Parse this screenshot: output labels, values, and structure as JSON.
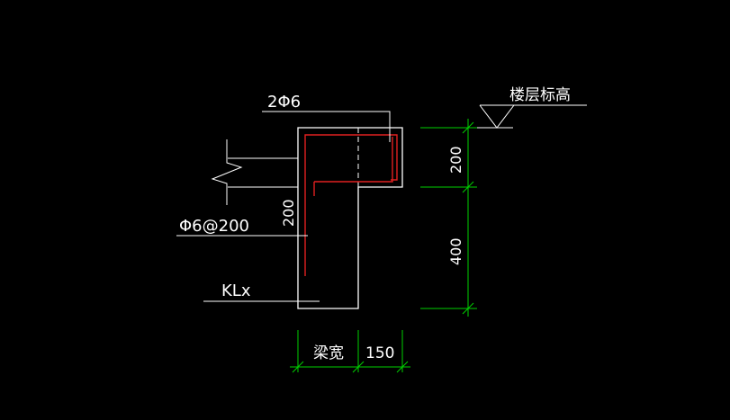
{
  "colors": {
    "background": "#000000",
    "outline": "#ffffff",
    "rebar": "#e02020",
    "dimension": "#00d000"
  },
  "labels": {
    "top_bar": "2Φ6",
    "stirrup": "Φ6@200",
    "beam": "KLx",
    "floor_elevation": "楼层标高",
    "inner_height": "200"
  },
  "dimensions": {
    "top_height": "200",
    "lower_height": "400",
    "beam_width": "梁宽",
    "extension_width": "150"
  }
}
